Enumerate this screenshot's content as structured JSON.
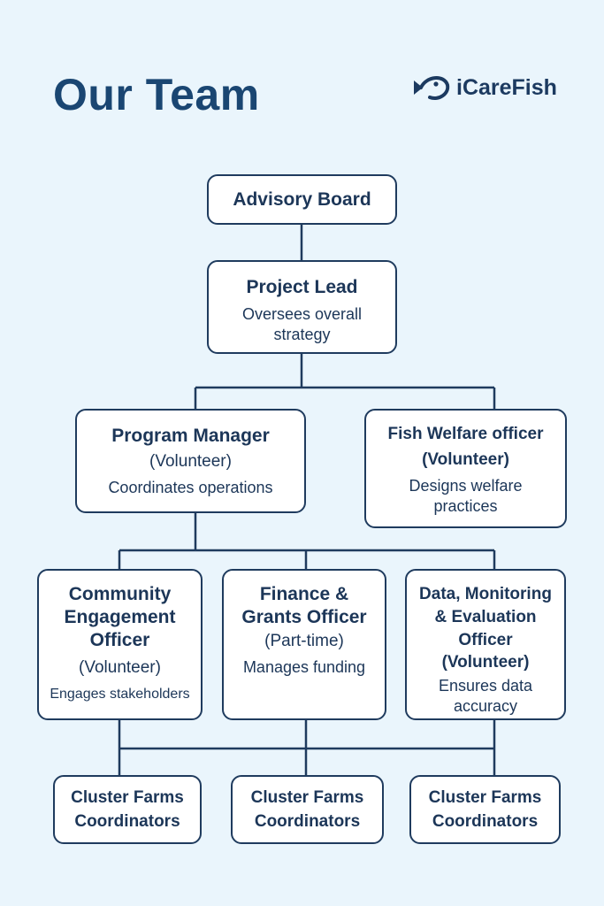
{
  "header": {
    "title": "Our Team",
    "logo_text": "iCareFish"
  },
  "nodes": {
    "advisory": {
      "title": "Advisory Board"
    },
    "lead": {
      "title": "Project Lead",
      "desc": "Oversees overall strategy"
    },
    "program": {
      "title": "Program Manager",
      "sub": "(Volunteer)",
      "desc": "Coordinates operations"
    },
    "welfare": {
      "title": "Fish Welfare officer",
      "sub": "(Volunteer)",
      "desc": "Designs welfare practices"
    },
    "community": {
      "title": "Community Engagement Officer",
      "sub": "(Volunteer)",
      "desc": "Engages stakeholders"
    },
    "finance": {
      "title": "Finance & Grants Officer",
      "sub": "(Part-time)",
      "desc": "Manages funding"
    },
    "data": {
      "title": "Data, Monitoring & Evaluation Officer",
      "sub": "(Volunteer)",
      "desc": "Ensures data accuracy"
    },
    "cluster1": {
      "title": "Cluster Farms Coordinators"
    },
    "cluster2": {
      "title": "Cluster Farms Coordinators"
    },
    "cluster3": {
      "title": "Cluster Farms Coordinators"
    }
  },
  "colors": {
    "background": "#eaf5fc",
    "border": "#1f3b5e",
    "title": "#1a4672"
  }
}
